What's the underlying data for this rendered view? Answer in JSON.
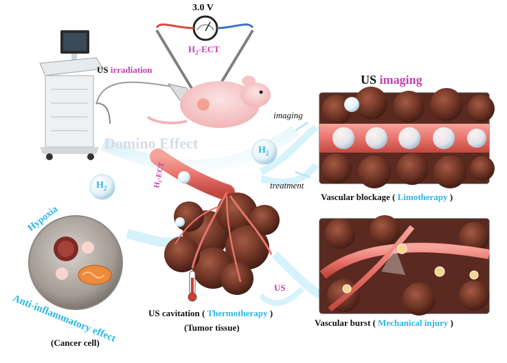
{
  "voltmeter": {
    "reading": "3.0 V"
  },
  "ect": {
    "label_prefix": "H",
    "label_sub": "2",
    "label_suffix": "-ECT"
  },
  "us_irradiation": {
    "word1": "US",
    "word2": "irradiation"
  },
  "domino": {
    "text": "Domino Effect"
  },
  "h2_bubble": {
    "letter": "H",
    "sub": "2"
  },
  "us_imaging": {
    "word1": "US",
    "word2": "imaging"
  },
  "flow": {
    "imaging": "imaging",
    "treatment": "treatment",
    "us": "US"
  },
  "panels": {
    "top": {
      "caption_main": "Vascular blockage (",
      "caption_highlight": "Limotherapy",
      "caption_end": ")"
    },
    "bottom": {
      "caption_main": "Vascular burst (",
      "caption_highlight": "Mechanical injury",
      "caption_end": ")"
    }
  },
  "tumor": {
    "caption_main": "US cavitation (",
    "caption_highlight": "Thermotherapy",
    "caption_end": ")",
    "subcaption": "(Tumor tissue)",
    "vessel_label": "H₂-ECT"
  },
  "cell": {
    "hypoxia": "Hypoxia",
    "anti_inflammatory": "Anti-inflammatory effect",
    "caption": "(Cancer cell)"
  },
  "colors": {
    "magenta": "#c23fb0",
    "cyan": "#29b6e5",
    "vessel": "#e8746c",
    "tissue": "#7a3c2c",
    "panel_bg": "#5a2a20"
  }
}
